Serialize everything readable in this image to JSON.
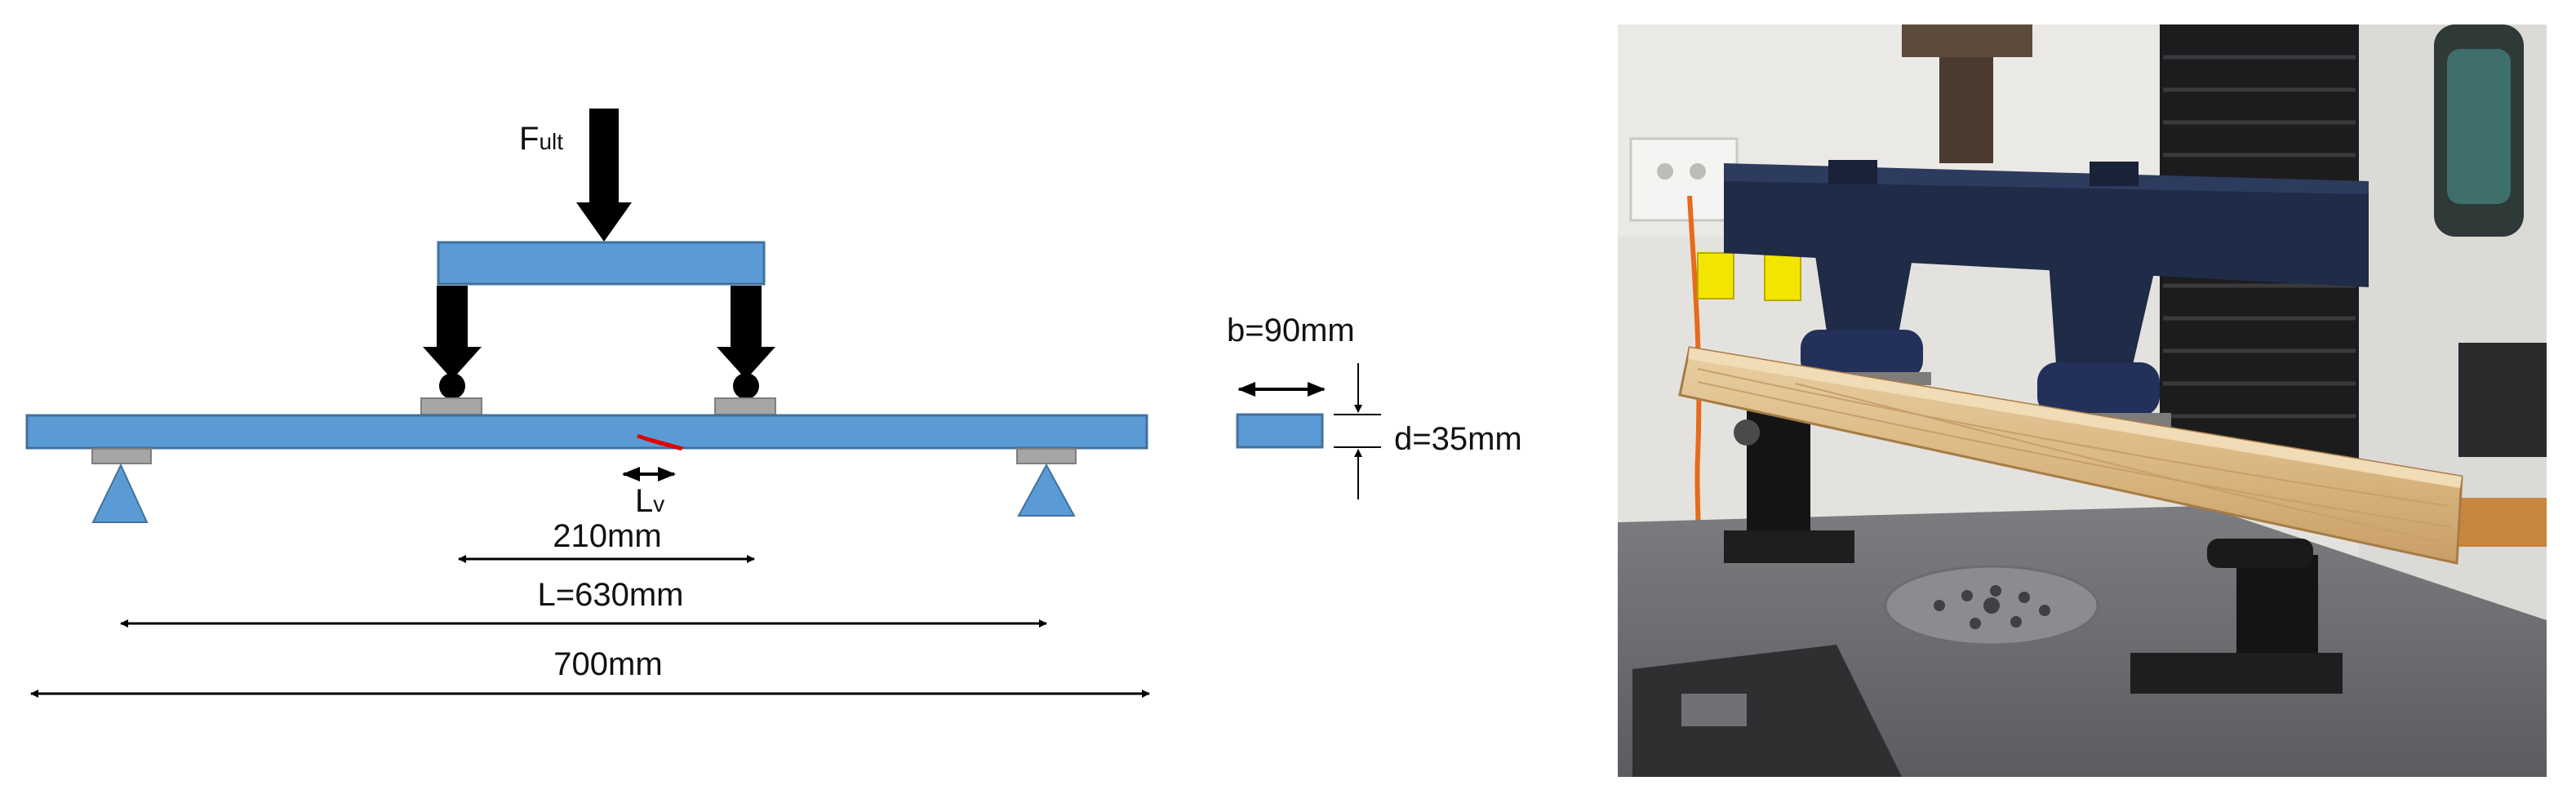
{
  "diagram": {
    "load_label_main": "F",
    "load_label_sub": "ult",
    "crack_label_main": "L",
    "crack_label_sub": "v",
    "dim_load_span": "210mm",
    "dim_support_span": "L=630mm",
    "dim_total_length": "700mm",
    "section_width": "b=90mm",
    "section_depth": "d=35mm"
  },
  "colors": {
    "member_fill": "#5b9bd5",
    "member_stroke": "#41719c",
    "bearing_plate": "#a6a6a6",
    "arrow": "#000000",
    "crack": "#e00000"
  },
  "photo": {
    "subject": "four-point-bending-test-rig"
  }
}
